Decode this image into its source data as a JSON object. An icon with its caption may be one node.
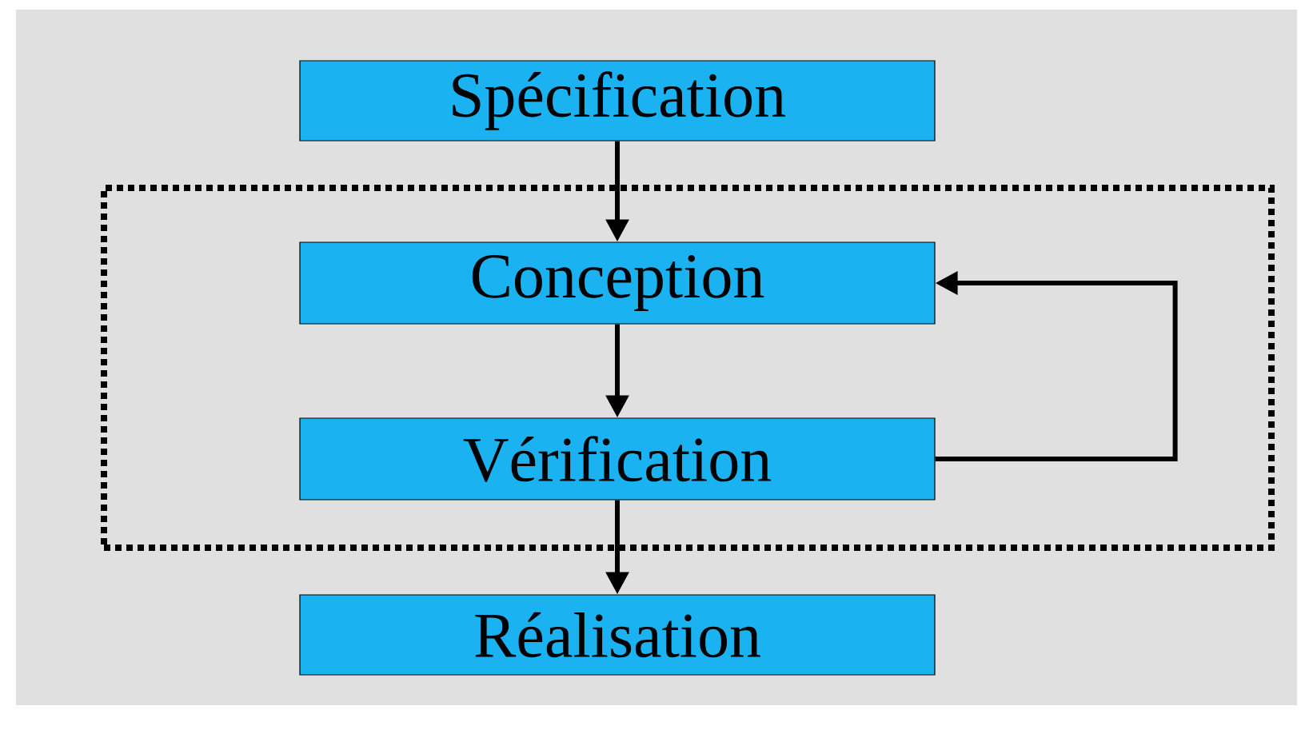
{
  "diagram": {
    "nodes": [
      {
        "text": [
          "Spécification"
        ]
      },
      {
        "text": [],
        "shape": "box"
      },
      {
        "text": [
          "Conception"
        ],
        "in": 1
      },
      {
        "text": [
          "Vérification"
        ],
        "in": 1
      },
      {
        "text": [
          "Réalisation"
        ]
      }
    ],
    "edges": [
      {
        "from": 0,
        "to": 2,
        "arrow": "to"
      },
      {
        "from": 2,
        "to": 3,
        "arrow": "to"
      },
      {
        "from": 3,
        "to": 4,
        "arrow": "to"
      },
      {
        "from": 3,
        "to": 2,
        "arrow": "to"
      }
    ]
  }
}
